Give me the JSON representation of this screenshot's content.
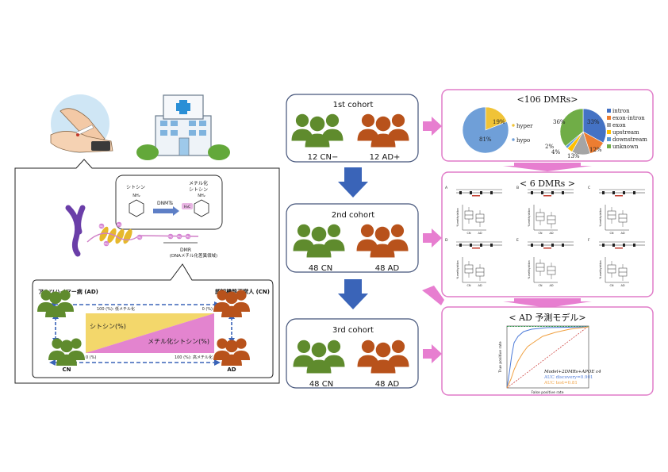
{
  "left_panel": {
    "cytosine_label": "シトシン",
    "enzyme_label": "DNMTs",
    "methylated_label_line1": "メチル化",
    "methylated_label_line2": "シトシン",
    "nh2": "NH₂",
    "ch3": "H₃C",
    "me": "Me",
    "dmr_label": "DMR",
    "dmr_desc": "(DNAメチル化差異領域)",
    "ad_heading": "アルツハイマー病 (AD)",
    "cn_heading": "認知機能正常人 (CN)",
    "top_left_pct": "100 (%): 低メチル化",
    "top_right_pct": "0 (%)",
    "bottom_left_pct": "0 (%)",
    "bottom_right_pct": "100 (%): 高メチル化",
    "cytosine_pct": "シトシン(%)",
    "methyl_cytosine_pct": "メチル化シトシン(%)",
    "cn_label": "CN",
    "ad_label": "AD"
  },
  "cohorts": [
    {
      "title": "1st cohort",
      "left_label": "12 CN−",
      "right_label": "12 AD+"
    },
    {
      "title": "2nd cohort",
      "left_label": "48 CN",
      "right_label": "48 AD"
    },
    {
      "title": "3rd cohort",
      "left_label": "48 CN",
      "right_label": "48 AD"
    }
  ],
  "dmr_panel": {
    "title": "<106 DMRs>",
    "pie1_labels": [
      "hyper",
      "hypo"
    ],
    "pie1_values": [
      "19%",
      "81%"
    ],
    "pie2_values": [
      "33%",
      "12%",
      "13%",
      "4%",
      "2%",
      "36%"
    ],
    "legend": [
      "intron",
      "exon-intron",
      "exon",
      "upstream",
      "downstream",
      "unknown"
    ]
  },
  "six_panel": {
    "title": "< 6 DMRs >",
    "letters": [
      "A",
      "B",
      "C",
      "D",
      "E",
      "F"
    ],
    "x_labels": [
      "CN",
      "AD"
    ],
    "y_label": "% methylation"
  },
  "model_panel": {
    "title": "< AD 予測モデル>",
    "y_axis": "True positive rate",
    "x_axis": "False positive rate",
    "legend_title": "Model+2DMRs+APOE ε4",
    "auc_discovery": "AUC discovery=0.901",
    "auc_test": "AUC test=0.81"
  },
  "colors": {
    "green": "#5f8b2d",
    "orange": "#b8521b",
    "pink_border": "#e07cc8",
    "pink_arrow": "#e77ed0",
    "blue_arrow": "#3a64b8",
    "navy_border": "#44547a",
    "yellow": "#f3d76b",
    "magenta": "#e384cf"
  },
  "chart_data": [
    {
      "type": "pie",
      "categories": [
        "hyper",
        "hypo"
      ],
      "values": [
        19,
        81
      ]
    },
    {
      "type": "pie",
      "categories": [
        "intron",
        "exon-intron",
        "exon",
        "upstream",
        "downstream",
        "unknown"
      ],
      "values": [
        33,
        12,
        13,
        4,
        2,
        36
      ]
    }
  ]
}
